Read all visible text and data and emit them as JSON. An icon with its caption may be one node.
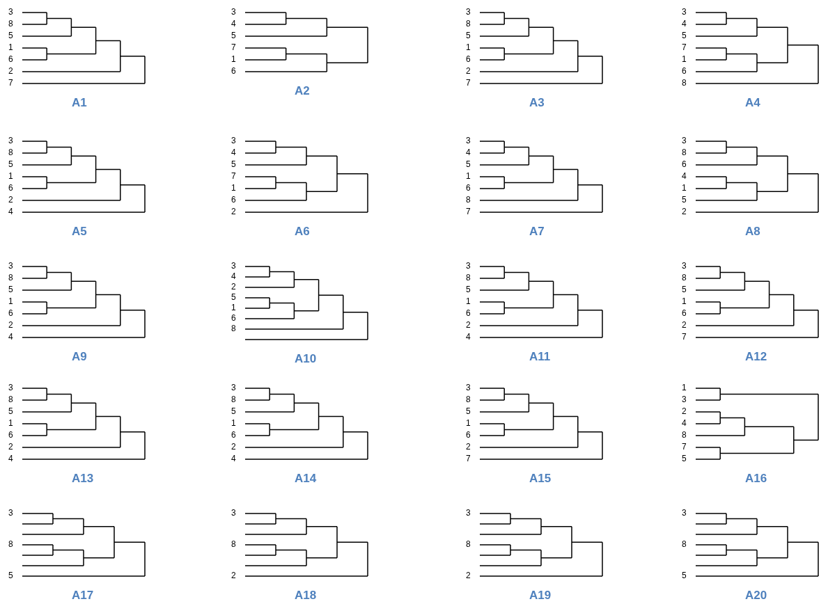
{
  "diagram": {
    "labels": [
      "3",
      "8",
      "5",
      "1",
      "6",
      "2",
      "7",
      "A1",
      "3",
      "4",
      "5",
      "7",
      "1",
      "6",
      "A2",
      "3",
      "8",
      "5",
      "1",
      "6",
      "2",
      "7",
      "A3",
      "3",
      "4",
      "5",
      "7",
      "1",
      "6",
      "8",
      "A4",
      "3",
      "8",
      "5",
      "1",
      "6",
      "2",
      "4",
      "A5",
      "3",
      "4",
      "5",
      "7",
      "1",
      "6",
      "2",
      "A6",
      "3",
      "4",
      "5",
      "1",
      "6",
      "8",
      "7",
      "A7",
      "3",
      "8",
      "6",
      "4",
      "1",
      "5",
      "2",
      "A8",
      "3",
      "8",
      "5",
      "1",
      "6",
      "2",
      "4",
      "A9",
      "3",
      "4",
      "2",
      "5",
      "1",
      "6",
      "8",
      "A10",
      "3",
      "8",
      "5",
      "1",
      "6",
      "2",
      "4",
      "A11",
      "3",
      "8",
      "5",
      "1",
      "6",
      "2",
      "7",
      "A12",
      "3",
      "8",
      "5",
      "1",
      "6",
      "2",
      "4",
      "A13",
      "3",
      "8",
      "5",
      "1",
      "6",
      "2",
      "4",
      "A14",
      "3",
      "8",
      "5",
      "1",
      "6",
      "2",
      "7",
      "A15",
      "1",
      "3",
      "2",
      "4",
      "8",
      "7",
      "5",
      "A16",
      "3",
      "8",
      "5",
      "A17",
      "3",
      "8",
      "2",
      "A18",
      "3",
      "8",
      "2",
      "A19",
      "3",
      "8",
      "5",
      "A20"
    ]
  }
}
